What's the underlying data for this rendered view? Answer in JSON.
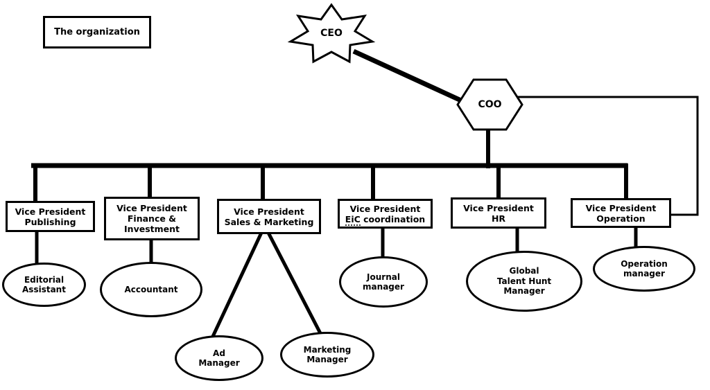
{
  "meta": {
    "description_label": "Organization chart diagram",
    "colors": {
      "stroke": "#000000",
      "background": "#ffffff",
      "text": "#000000"
    }
  },
  "title_box": {
    "label": "The organization"
  },
  "nodes": {
    "ceo": {
      "shape": "star",
      "label": "CEO"
    },
    "coo": {
      "shape": "hexagon",
      "label": "COO"
    },
    "vp_publishing": {
      "shape": "rect",
      "lines": [
        "Vice President",
        "Publishing"
      ]
    },
    "vp_finance": {
      "shape": "rect",
      "lines": [
        "Vice President",
        "Finance &",
        "Investment"
      ]
    },
    "vp_sales": {
      "shape": "rect",
      "lines": [
        "Vice President",
        "Sales & Marketing"
      ]
    },
    "vp_eic": {
      "shape": "rect",
      "line1": "Vice President",
      "line2_word": "EiC",
      "line2_rest": " coordination"
    },
    "vp_hr": {
      "shape": "rect",
      "lines": [
        "Vice President",
        "HR"
      ]
    },
    "vp_operation": {
      "shape": "rect",
      "lines": [
        "Vice President",
        "Operation"
      ]
    },
    "editorial_assistant": {
      "shape": "ellipse",
      "lines": [
        "Editorial",
        "Assistant"
      ]
    },
    "accountant": {
      "shape": "ellipse",
      "lines": [
        "Accountant"
      ]
    },
    "ad_manager": {
      "shape": "ellipse",
      "lines": [
        "Ad",
        "Manager"
      ]
    },
    "marketing_manager": {
      "shape": "ellipse",
      "lines": [
        "Marketing",
        "Manager"
      ]
    },
    "journal_manager": {
      "shape": "ellipse",
      "lines": [
        "Journal",
        "manager"
      ]
    },
    "global_talent_hunt_manager": {
      "shape": "ellipse",
      "lines": [
        "Global",
        "Talent Hunt",
        "Manager"
      ]
    },
    "operation_manager": {
      "shape": "ellipse",
      "lines": [
        "Operation",
        "manager"
      ]
    }
  },
  "edges": [
    {
      "from": "ceo",
      "to": "coo",
      "style": "thick-diagonal"
    },
    {
      "from": "coo",
      "to": "vp_publishing",
      "style": "thick-bus"
    },
    {
      "from": "coo",
      "to": "vp_finance",
      "style": "thick-bus"
    },
    {
      "from": "coo",
      "to": "vp_sales",
      "style": "thick-bus"
    },
    {
      "from": "coo",
      "to": "vp_eic",
      "style": "thick-bus"
    },
    {
      "from": "coo",
      "to": "vp_hr",
      "style": "thick-bus"
    },
    {
      "from": "coo",
      "to": "vp_operation",
      "style": "thick-bus"
    },
    {
      "from": "coo",
      "to": "vp_operation",
      "style": "thin-right-side-elbow"
    },
    {
      "from": "vp_publishing",
      "to": "editorial_assistant",
      "style": "line"
    },
    {
      "from": "vp_finance",
      "to": "accountant",
      "style": "line"
    },
    {
      "from": "vp_sales",
      "to": "ad_manager",
      "style": "diagonal"
    },
    {
      "from": "vp_sales",
      "to": "marketing_manager",
      "style": "diagonal"
    },
    {
      "from": "vp_eic",
      "to": "journal_manager",
      "style": "line"
    },
    {
      "from": "vp_hr",
      "to": "global_talent_hunt_manager",
      "style": "line"
    },
    {
      "from": "vp_operation",
      "to": "operation_manager",
      "style": "line"
    }
  ]
}
